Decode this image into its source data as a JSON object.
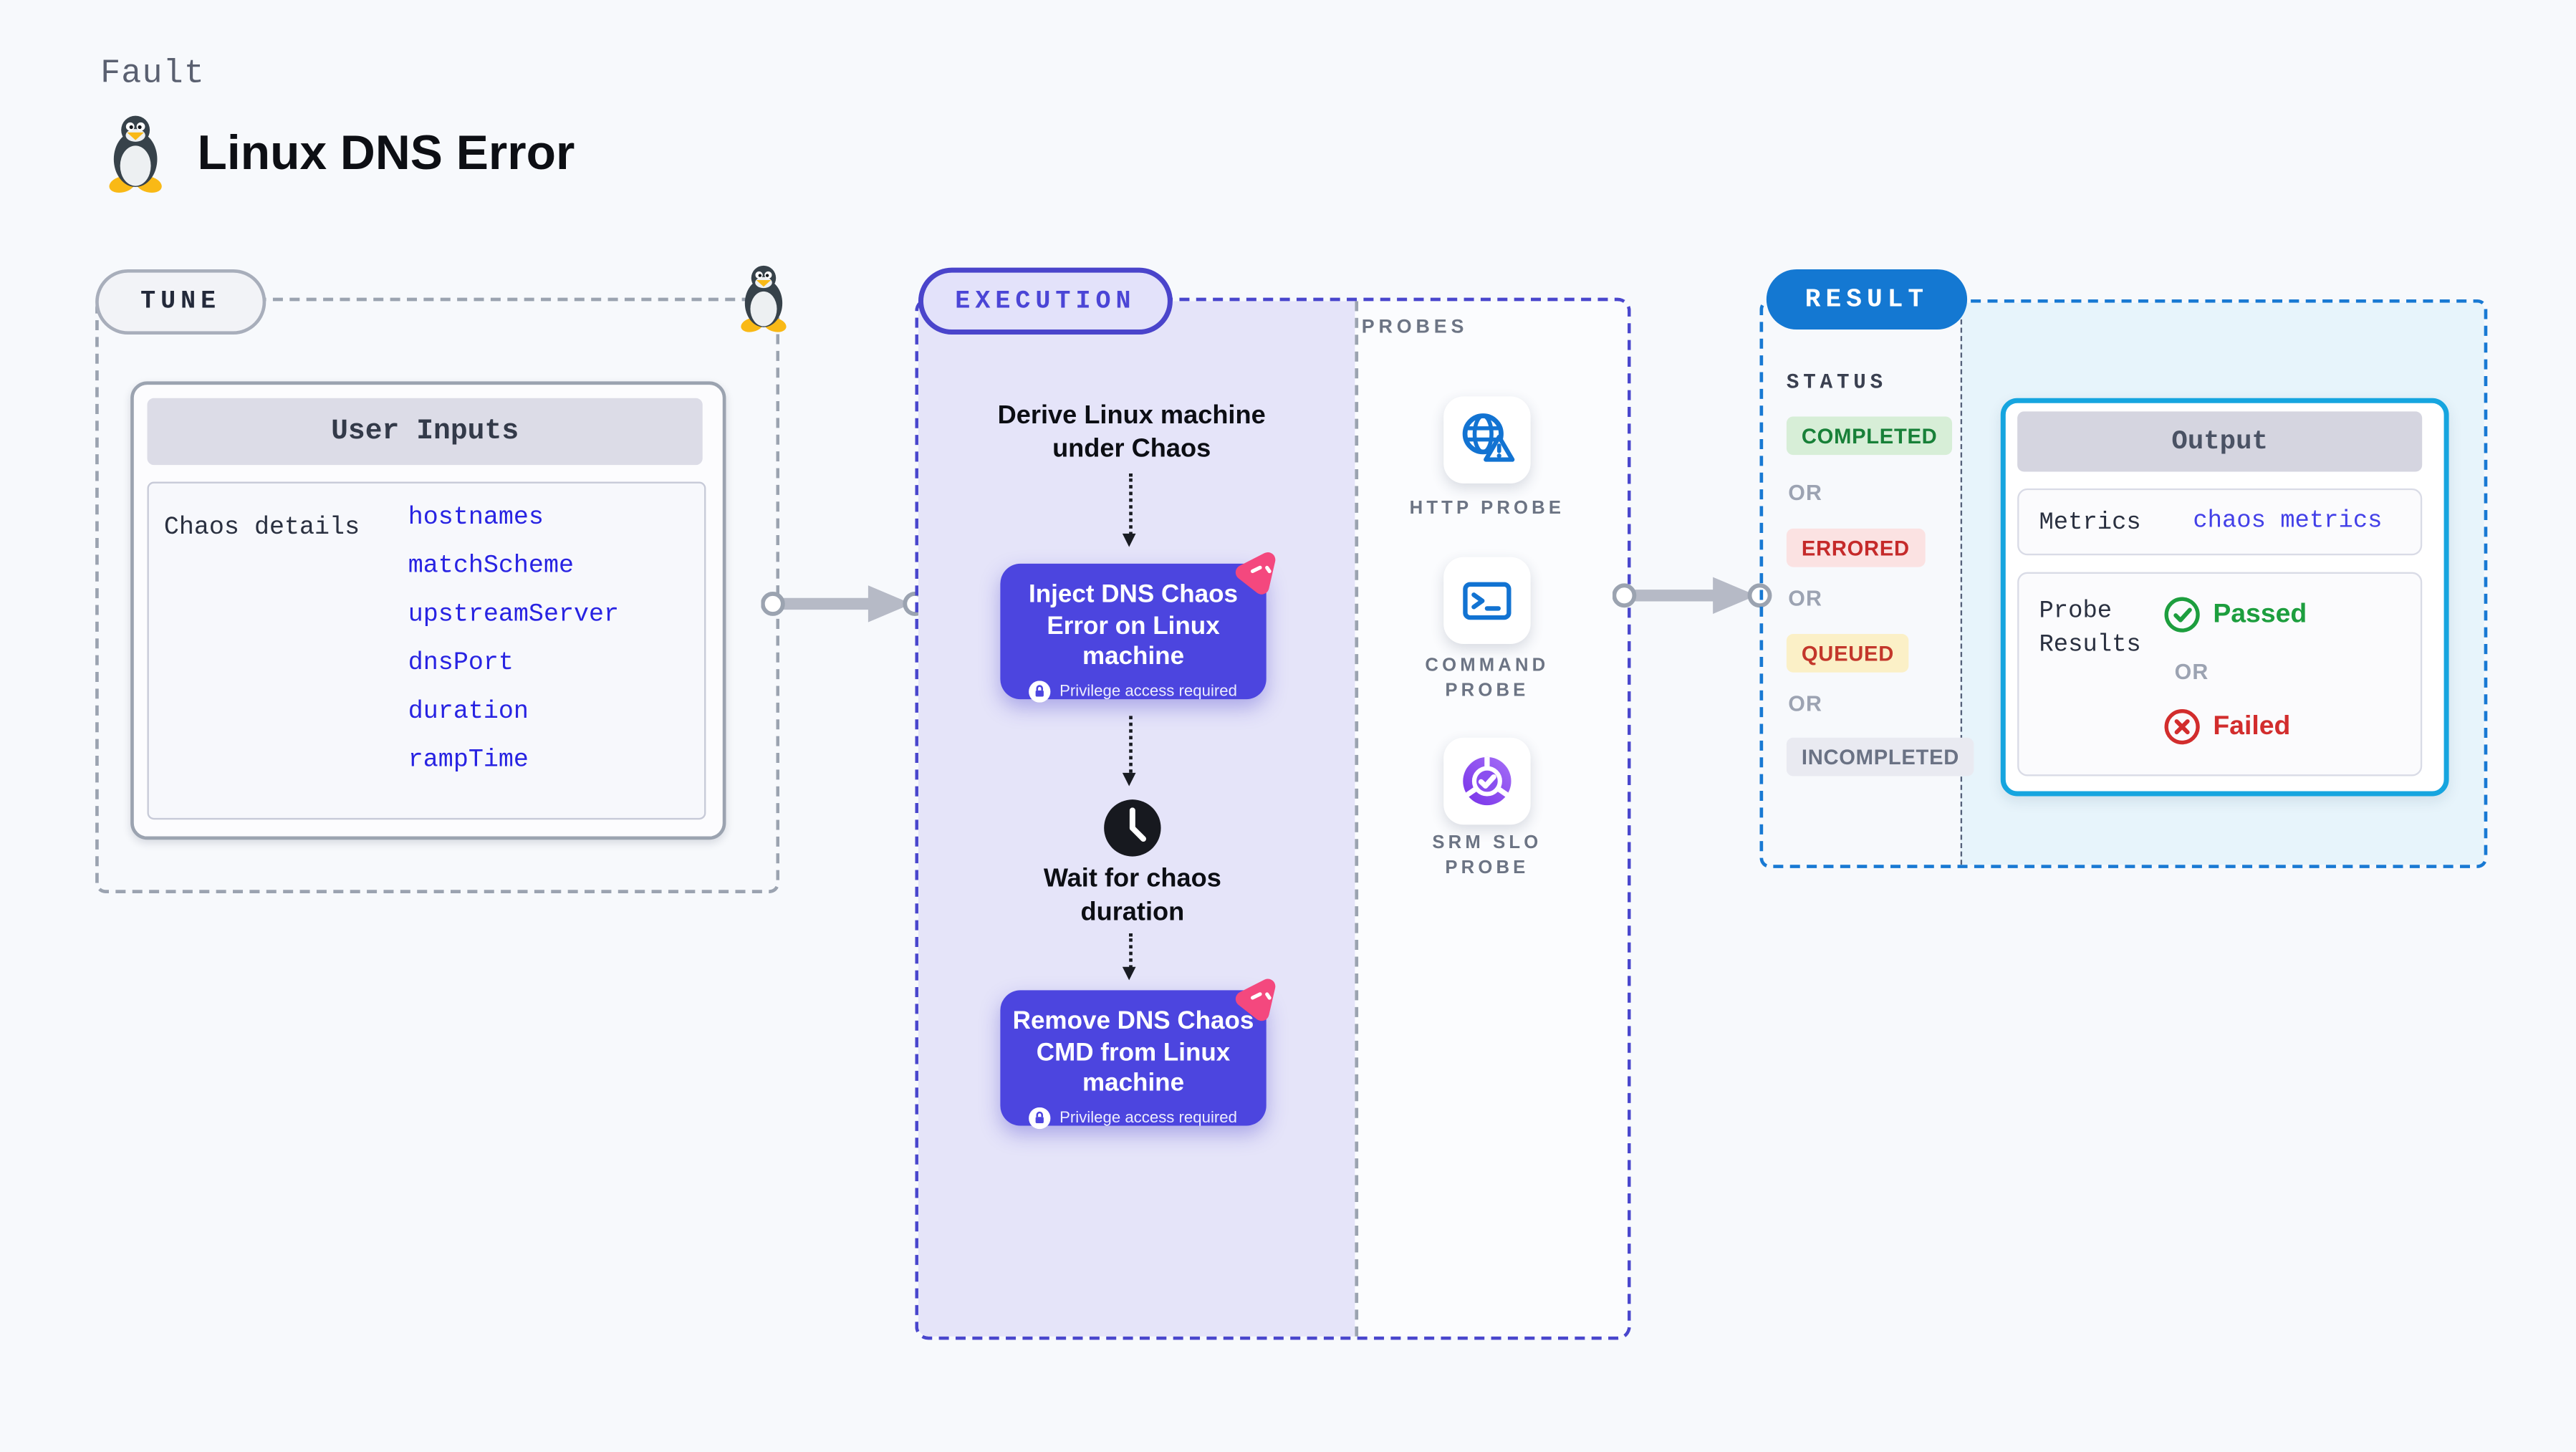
{
  "header": {
    "kicker": "Fault",
    "title": "Linux DNS Error"
  },
  "tune": {
    "label": "TUNE",
    "card_title": "User Inputs",
    "row_label": "Chaos details",
    "params": [
      "hostnames",
      "matchScheme",
      "upstreamServer",
      "dnsPort",
      "duration",
      "rampTime"
    ]
  },
  "execution": {
    "label": "EXECUTION",
    "steps": {
      "derive": "Derive Linux machine under Chaos",
      "inject": "Inject DNS Chaos Error on Linux machine",
      "privilege": "Privilege access required",
      "wait": "Wait for chaos duration",
      "remove": "Remove DNS Chaos CMD from Linux machine"
    }
  },
  "probes": {
    "label": "PROBES",
    "items": [
      {
        "label": "HTTP PROBE",
        "icon": "globe-alert-icon"
      },
      {
        "label": "COMMAND\nPROBE",
        "icon": "terminal-icon"
      },
      {
        "label": "SRM SLO\nPROBE",
        "icon": "slo-pie-icon"
      }
    ]
  },
  "result": {
    "label": "RESULT",
    "status_label": "STATUS",
    "or": "OR",
    "statuses": [
      {
        "text": "COMPLETED",
        "bg": "#D7EED7",
        "color": "#188038"
      },
      {
        "text": "ERRORED",
        "bg": "#FBE2E2",
        "color": "#C52A2A"
      },
      {
        "text": "QUEUED",
        "bg": "#FBF0C7",
        "color": "#C3372B"
      },
      {
        "text": "INCOMPLETED",
        "bg": "#E9EAF1",
        "color": "#6A7284"
      }
    ],
    "output": {
      "title": "Output",
      "metrics_label": "Metrics",
      "metrics_value": "chaos metrics",
      "probe_label": "Probe Results",
      "passed": "Passed",
      "failed": "Failed"
    }
  },
  "colors": {
    "accent_indigo": "#4C45DF",
    "accent_blue": "#1478D2",
    "accent_cyan": "#16A5DF",
    "lavender_fill": "#E5E4F9",
    "cyan_fill": "#E7F4FB",
    "param_blue": "#2823E2",
    "passed_green": "#1D9E3E",
    "failed_red": "#D22D2D",
    "chaos_pink": "#F4487E"
  }
}
